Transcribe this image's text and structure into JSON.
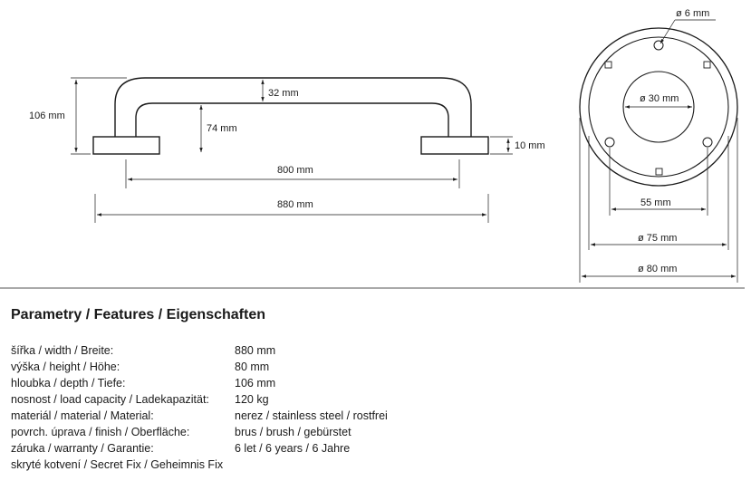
{
  "drawing": {
    "side_view": {
      "height_label": "106 mm",
      "gap_label": "32 mm",
      "inner_height_label": "74 mm",
      "foot_label": "10 mm",
      "span_label": "800 mm",
      "length_label": "880 mm"
    },
    "flange_view": {
      "hole_label": "ø 6 mm",
      "inner_label": "ø 30 mm",
      "d55_label": "55 mm",
      "d75_label": "ø 75 mm",
      "d80_label": "ø 80 mm"
    }
  },
  "features": {
    "heading": "Parametry / Features / Eigenschaften",
    "rows": [
      {
        "label": "šířka / width / Breite:",
        "value": "880 mm"
      },
      {
        "label": "výška / height / Höhe:",
        "value": "80 mm"
      },
      {
        "label": "hloubka / depth / Tiefe:",
        "value": "106 mm"
      },
      {
        "label": "nosnost / load capacity / Ladekapazität:",
        "value": "120 kg"
      },
      {
        "label": "materiál / material / Material:",
        "value": "nerez / stainless steel / rostfrei"
      },
      {
        "label": "povrch. úprava / finish / Oberfläche:",
        "value": "brus / brush / gebürstet"
      },
      {
        "label": "záruka / warranty / Garantie:",
        "value": "6 let / 6 years / 6 Jahre"
      },
      {
        "label": "skryté kotvení / Secret Fix / Geheimnis Fix",
        "value": ""
      }
    ]
  }
}
